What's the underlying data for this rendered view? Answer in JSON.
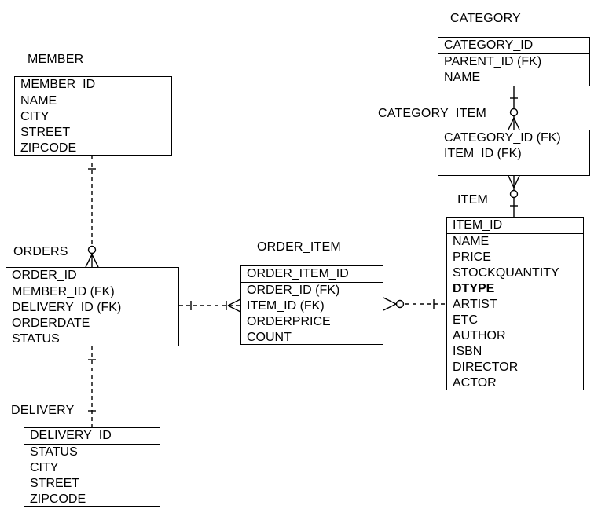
{
  "entities": {
    "member": {
      "title": "MEMBER",
      "pk": "MEMBER_ID",
      "attrs": [
        "NAME",
        "CITY",
        "STREET",
        "ZIPCODE"
      ]
    },
    "orders": {
      "title": "ORDERS",
      "pk": "ORDER_ID",
      "attrs": [
        "MEMBER_ID (FK)",
        "DELIVERY_ID (FK)",
        "ORDERDATE",
        "STATUS"
      ]
    },
    "delivery": {
      "title": "DELIVERY",
      "pk": "DELIVERY_ID",
      "attrs": [
        "STATUS",
        "CITY",
        "STREET",
        "ZIPCODE"
      ]
    },
    "order_item": {
      "title": "ORDER_ITEM",
      "pk": "ORDER_ITEM_ID",
      "attrs": [
        "ORDER_ID (FK)",
        "ITEM_ID (FK)",
        "ORDERPRICE",
        "COUNT"
      ]
    },
    "category": {
      "title": "CATEGORY",
      "pk": "CATEGORY_ID",
      "attrs": [
        "PARENT_ID (FK)",
        "NAME"
      ]
    },
    "category_item": {
      "title": "CATEGORY_ITEM",
      "pk_lines": [
        "CATEGORY_ID (FK)",
        "ITEM_ID (FK)"
      ]
    },
    "item": {
      "title": "ITEM",
      "pk": "ITEM_ID",
      "attrs": [
        "NAME",
        "PRICE",
        "STOCKQUANTITY",
        "DTYPE",
        "ARTIST",
        "ETC",
        "AUTHOR",
        "ISBN",
        "DIRECTOR",
        "ACTOR"
      ]
    }
  },
  "relationships": [
    {
      "from": "member",
      "from_card": "one",
      "to": "orders",
      "to_card": "zero-or-many",
      "line": "dashed"
    },
    {
      "from": "orders",
      "from_card": "one",
      "to": "delivery",
      "to_card": "one",
      "line": "dashed"
    },
    {
      "from": "orders",
      "from_card": "one",
      "to": "order_item",
      "to_card": "one-or-many",
      "line": "dashed"
    },
    {
      "from": "order_item",
      "from_card": "zero-or-many",
      "to": "item",
      "to_card": "one",
      "line": "dashed"
    },
    {
      "from": "category",
      "from_card": "one",
      "to": "category_item",
      "to_card": "zero-or-many",
      "line": "solid"
    },
    {
      "from": "category_item",
      "from_card": "zero-or-many",
      "to": "item",
      "to_card": "one",
      "line": "solid"
    }
  ]
}
